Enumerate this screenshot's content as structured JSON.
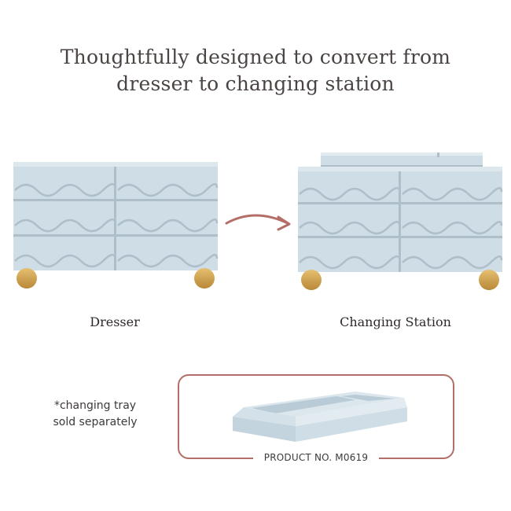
{
  "headline": {
    "line1": "Thoughtfully designed to convert from",
    "line2": "dresser to changing station"
  },
  "captions": {
    "dresser": "Dresser",
    "changing_station": "Changing Station"
  },
  "note": {
    "line1": "*changing tray",
    "line2": "sold separately"
  },
  "product": {
    "label": "PRODUCT NO. M0619"
  },
  "colors": {
    "dresser_body": "#cfdde6",
    "dresser_shadow": "#b7c9d4",
    "feet": "#d9a952",
    "arrow": "#b46e68",
    "frame": "#b46e68",
    "text": "#4a4443"
  }
}
